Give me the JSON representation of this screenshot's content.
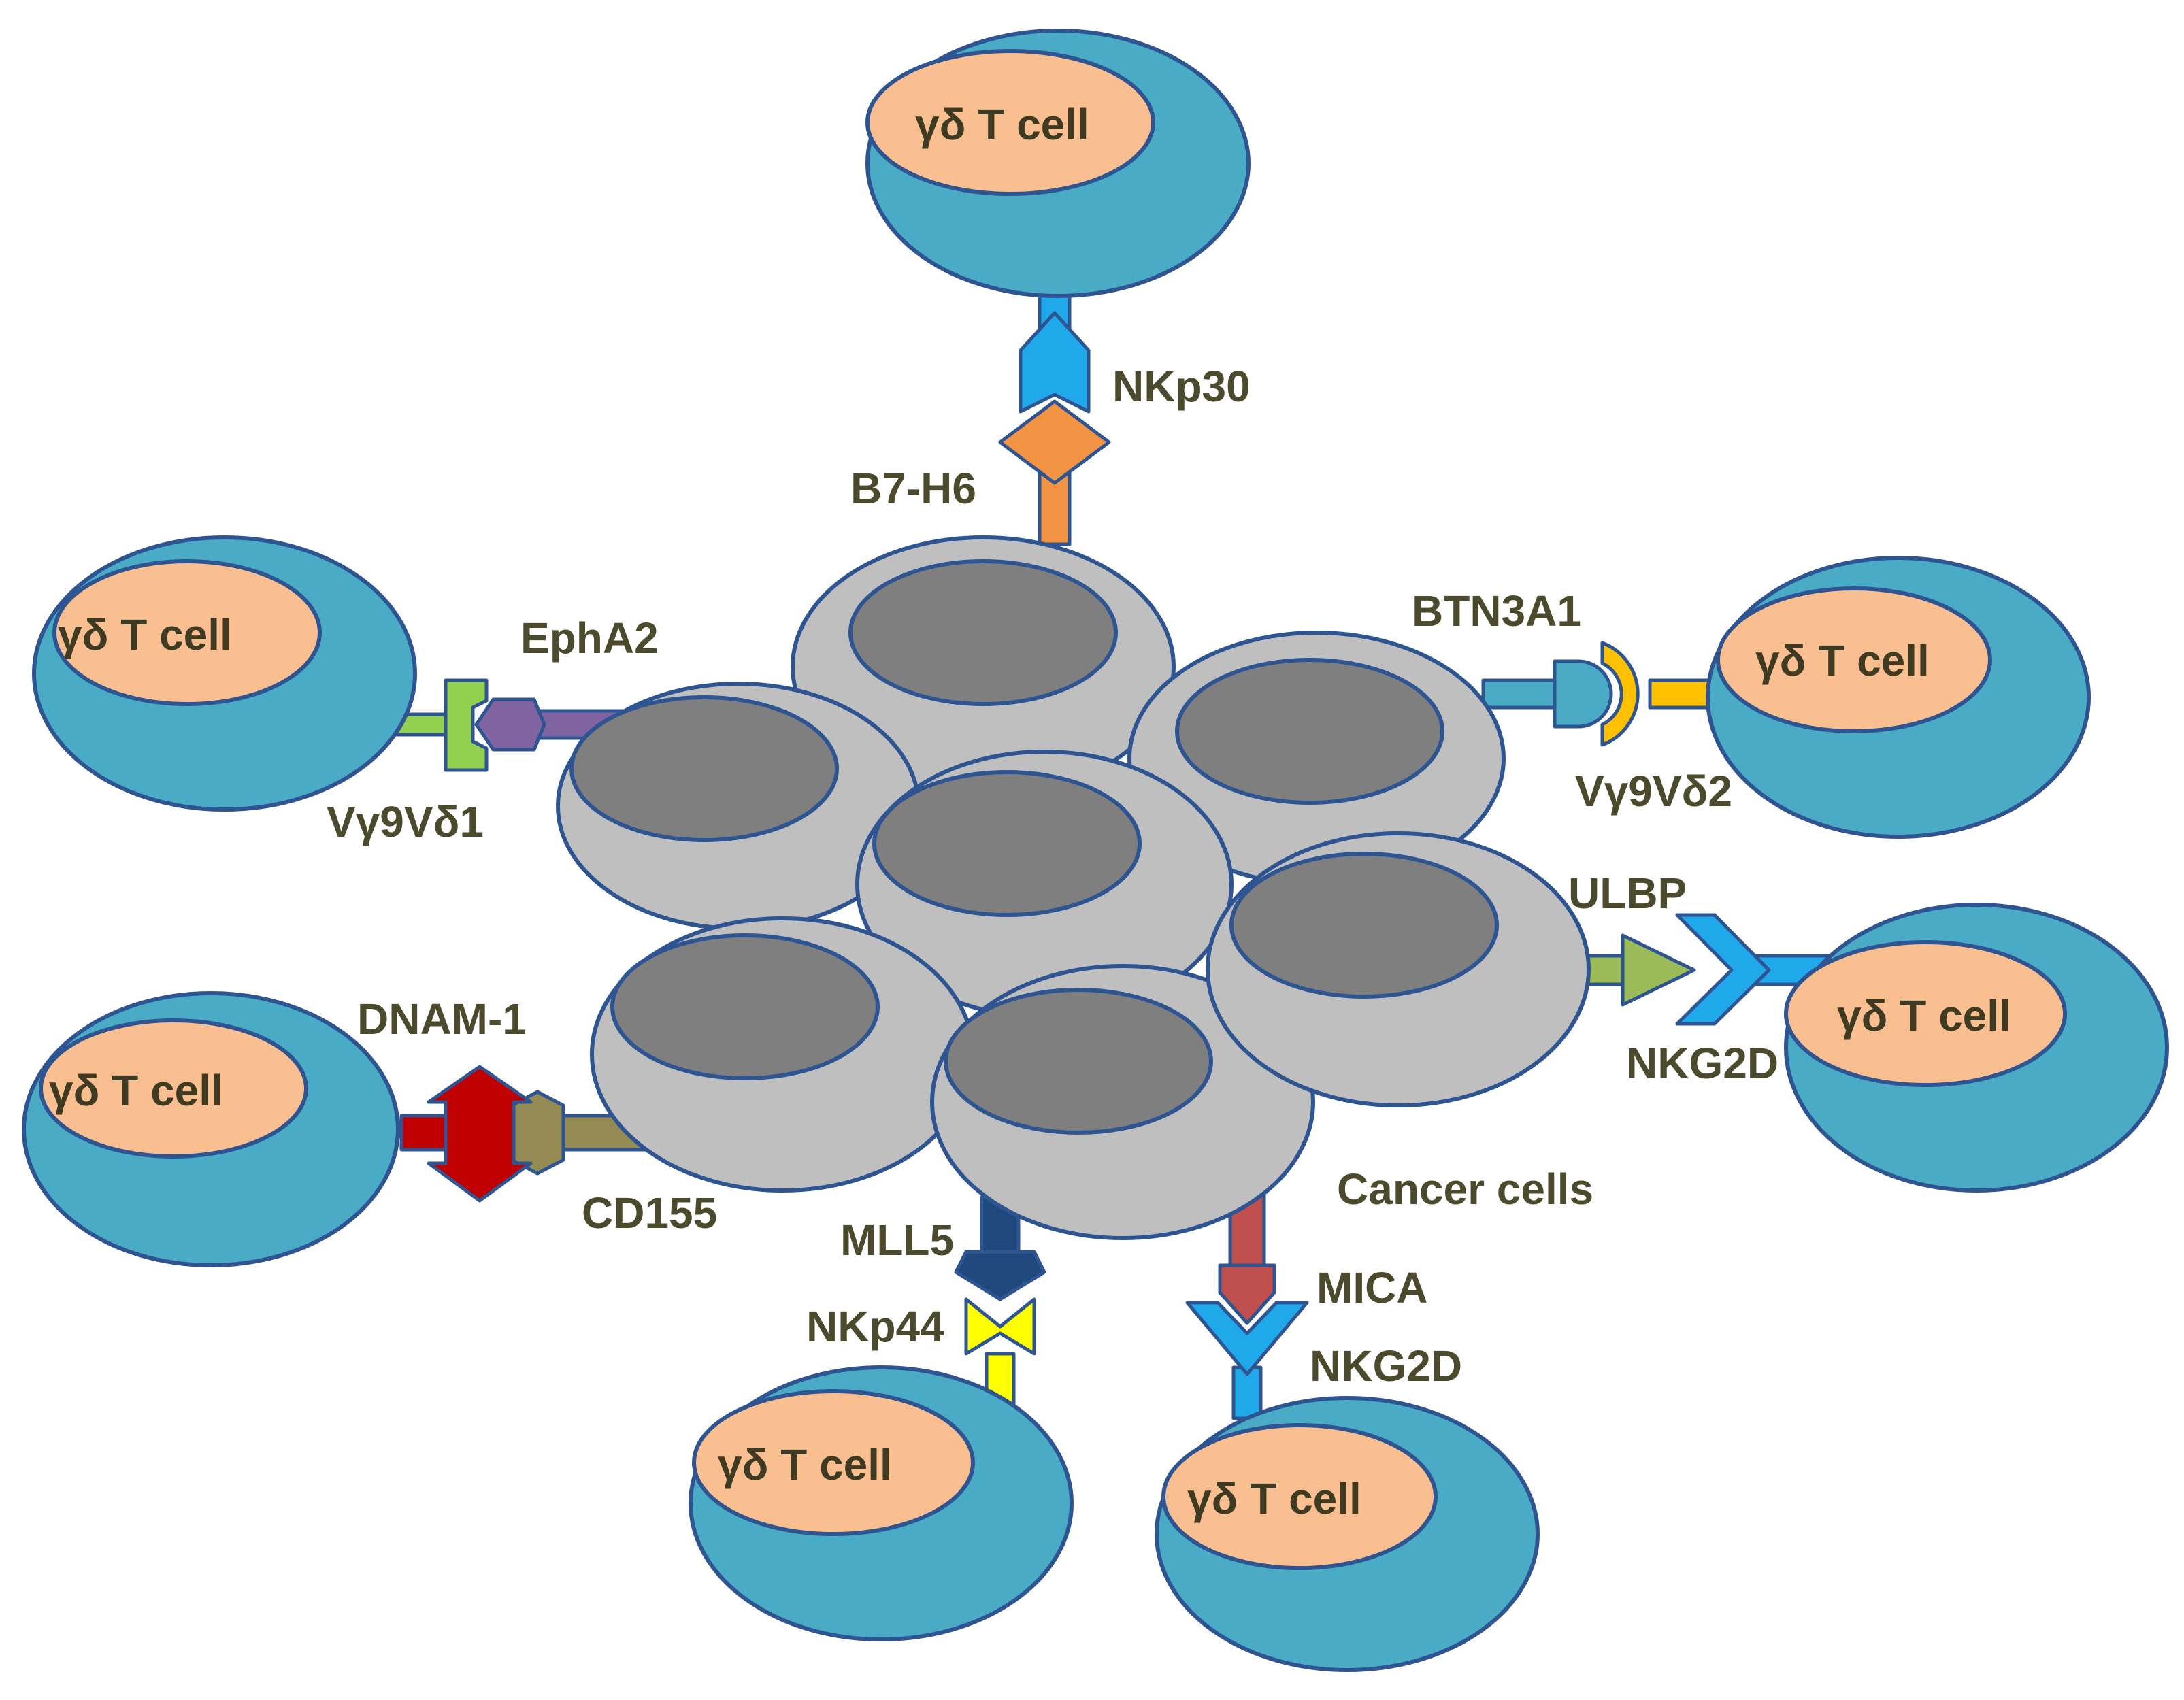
{
  "tcell_label": "γδ T cell",
  "cancer_label": "Cancer cells",
  "interactions": {
    "top": {
      "receptor": "NKp30",
      "ligand": "B7-H6"
    },
    "left": {
      "receptor": "Vγ9Vδ1",
      "ligand": "EphA2"
    },
    "right_upper": {
      "receptor": "Vγ9Vδ2",
      "ligand": "BTN3A1"
    },
    "right_lower": {
      "receptor": "NKG2D",
      "ligand": "ULBP"
    },
    "left_lower": {
      "receptor": "DNAM-1",
      "ligand": "CD155"
    },
    "bottom_left": {
      "receptor": "NKp44",
      "ligand": "MLL5"
    },
    "bottom_right": {
      "receptor": "NKG2D",
      "ligand": "MICA"
    }
  },
  "colors": {
    "tcell_body": "#4aabc6",
    "tcell_nucleus": "#f9bf91",
    "cancer_body": "#bfbfbf",
    "cancer_nucleus": "#7f7f7f",
    "outline": "#2e5591",
    "NKp30": "#1fa8ea",
    "B7-H6": "#f39445",
    "EphA2": "#8064a2",
    "Vγ9Vδ1": "#92d050",
    "BTN3A1": "#4aabc6",
    "Vγ9Vδ2": "#ffc000",
    "ULBP": "#9bbb59",
    "NKG2D": "#1fa8ea",
    "DNAM-1": "#c00000",
    "CD155": "#948a54",
    "MLL5": "#1f497d",
    "NKp44": "#ffff00",
    "MICA": "#c0504d"
  }
}
